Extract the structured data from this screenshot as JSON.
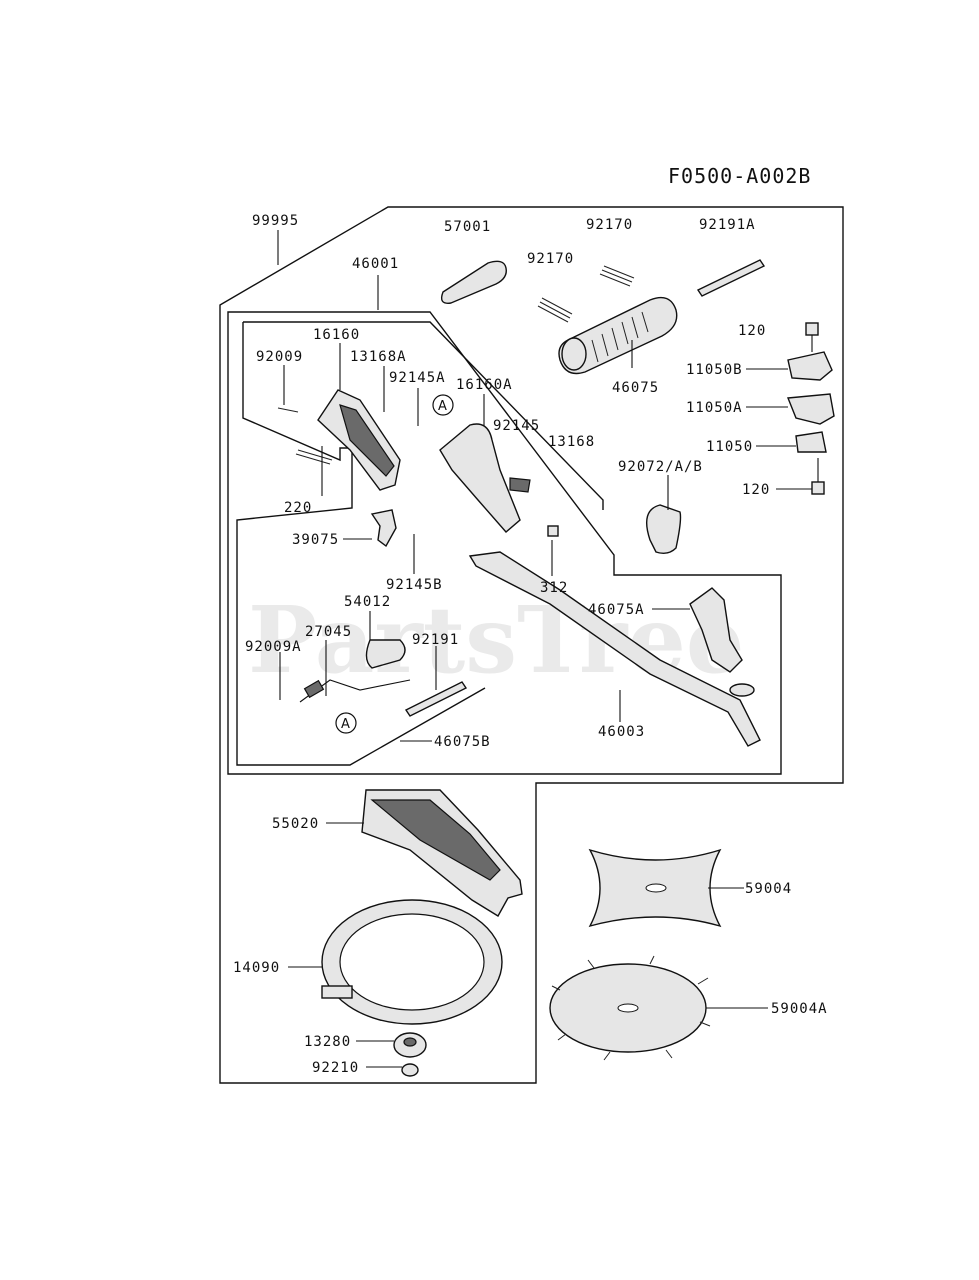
{
  "diagram_code": "F0500-A002B",
  "watermark": "PartsTree",
  "callout": "A",
  "parts": {
    "p99995": "99995",
    "p57001": "57001",
    "p92170_top": "92170",
    "p92191A": "92191A",
    "p46001": "46001",
    "p92170_mid": "92170",
    "p120_top": "120",
    "p16160": "16160",
    "p92009": "92009",
    "p13168A": "13168A",
    "p92145A": "92145A",
    "p16160A": "16160A",
    "p11050B": "11050B",
    "p46075": "46075",
    "p11050A": "11050A",
    "p92145": "92145",
    "p13168": "13168",
    "p11050": "11050",
    "p92072": "92072/A/B",
    "p120_bottom": "120",
    "p220": "220",
    "p39075": "39075",
    "p312": "312",
    "p92145B": "92145B",
    "p54012": "54012",
    "p46075A": "46075A",
    "p27045": "27045",
    "p92191": "92191",
    "p92009A": "92009A",
    "p46003": "46003",
    "p46075B": "46075B",
    "p55020": "55020",
    "p59004": "59004",
    "p14090": "14090",
    "p59004A": "59004A",
    "p13280": "13280",
    "p92210": "92210"
  }
}
